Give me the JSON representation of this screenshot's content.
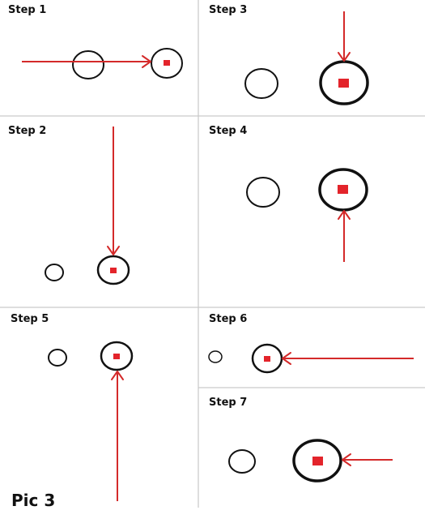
{
  "title": "Pic 3",
  "colors": {
    "arrow": "#d42a2a",
    "marker": "#e3242b",
    "outline": "#111111",
    "divider": "#c9c9c9"
  },
  "steps": [
    {
      "label": "Step 1"
    },
    {
      "label": "Step 2"
    },
    {
      "label": "Step 3"
    },
    {
      "label": "Step 4"
    },
    {
      "label": "Step 5"
    },
    {
      "label": "Step 6"
    },
    {
      "label": "Step 7"
    }
  ]
}
